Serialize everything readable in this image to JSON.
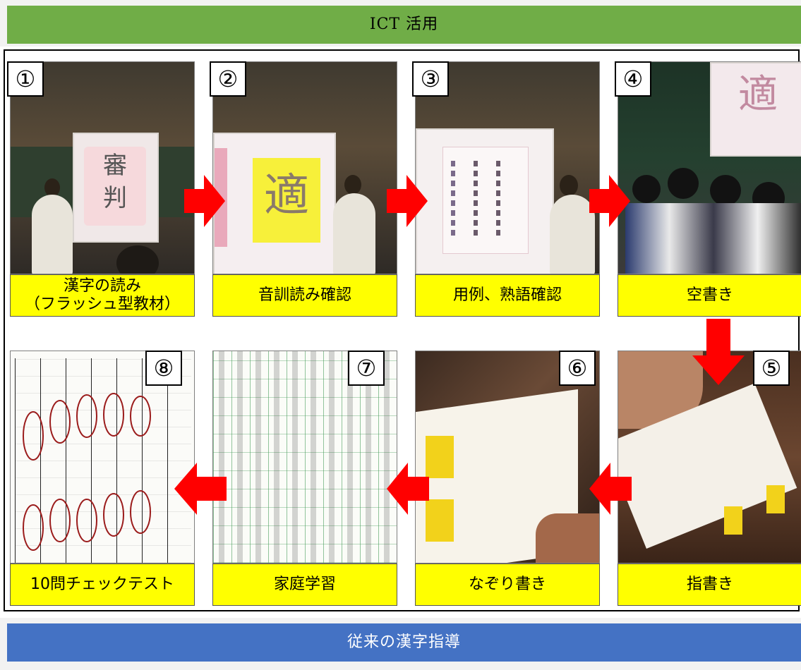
{
  "header": {
    "title": "ICT 活用"
  },
  "footer": {
    "title": "従来の漢字指導"
  },
  "steps": [
    {
      "number": "①",
      "caption": "漢字の読み\n（フラッシュ型教材）",
      "screen_text": "審\n判"
    },
    {
      "number": "②",
      "caption": "音訓読み確認",
      "screen_text": "適"
    },
    {
      "number": "③",
      "caption": "用例、熟語確認"
    },
    {
      "number": "④",
      "caption": "空書き",
      "screen_text": "適"
    },
    {
      "number": "⑤",
      "caption": "指書き"
    },
    {
      "number": "⑥",
      "caption": "なぞり書き"
    },
    {
      "number": "⑦",
      "caption": "家庭学習"
    },
    {
      "number": "⑧",
      "caption": "10問チェックテスト"
    }
  ],
  "colors": {
    "header_green": "#70ad47",
    "footer_blue": "#4472c4",
    "caption_yellow": "#ffff00",
    "arrow_red": "#ff0000"
  }
}
